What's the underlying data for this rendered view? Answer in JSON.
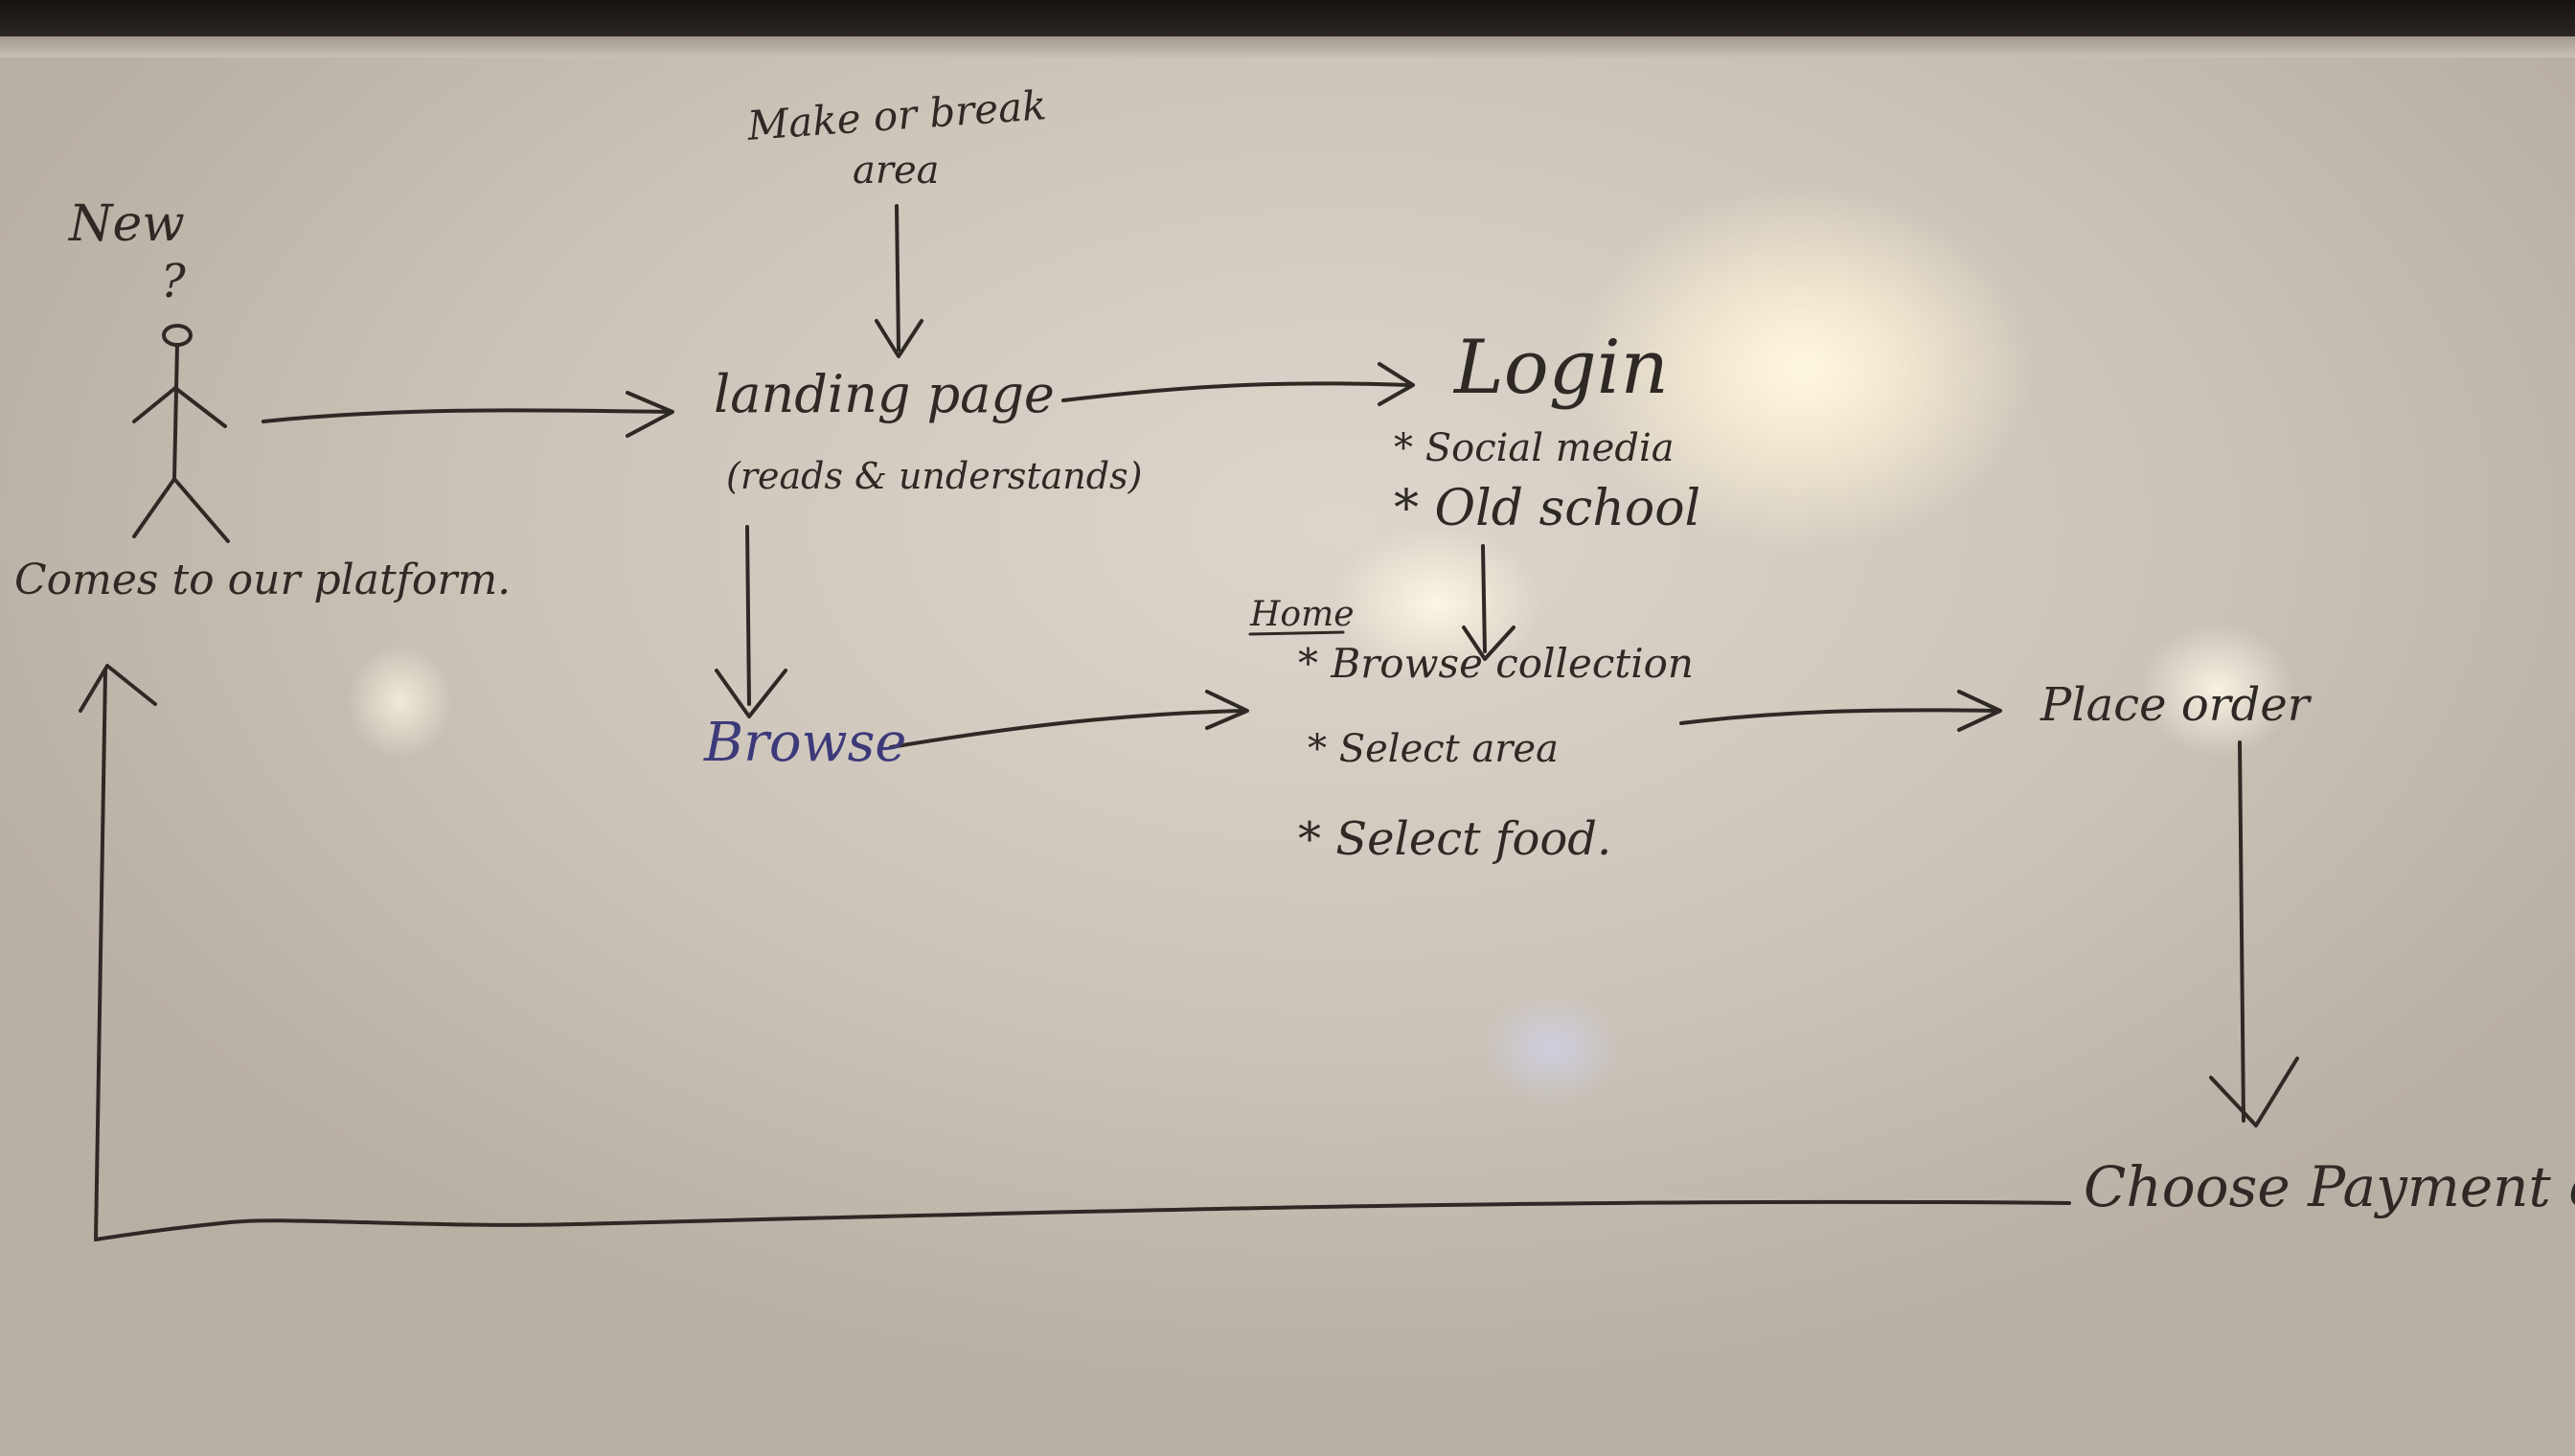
{
  "labels": {
    "new": "New",
    "question": "?",
    "comes_to_platform": "Comes to our platform.",
    "make_or_break": "Make or break",
    "area": "area",
    "landing_page": "landing page",
    "reads_understands": "(reads & understands)",
    "login": "Login",
    "social_media": "* Social media",
    "old_school": "* Old school",
    "home": "Home",
    "browse_collection": "* Browse collection",
    "select_area": "* Select area",
    "select_food": "* Select food.",
    "browse": "Browse",
    "place_order": "Place order",
    "choose_payment": "Choose Payment o"
  },
  "colors": {
    "board": "#d9d1c6",
    "marker_black": "#2e2924",
    "marker_blue": "#3d3a7a"
  }
}
